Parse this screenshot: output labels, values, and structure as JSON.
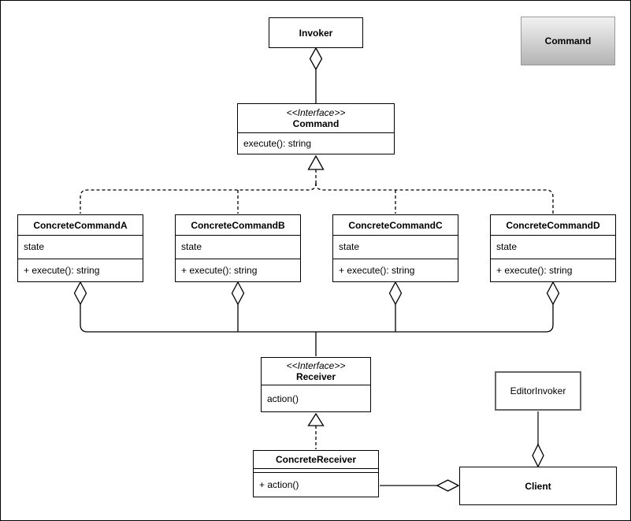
{
  "nodes": {
    "invoker": {
      "title": "Invoker"
    },
    "command_shape": {
      "title": "Command"
    },
    "command_interface": {
      "stereotype": "<<Interface>>",
      "name": "Command",
      "methods": [
        "execute(): string"
      ]
    },
    "concrete_commands": [
      {
        "title": "ConcreteCommandA",
        "attributes": [
          "state"
        ],
        "methods": [
          "+ execute(): string"
        ]
      },
      {
        "title": "ConcreteCommandB",
        "attributes": [
          "state"
        ],
        "methods": [
          "+ execute(): string"
        ]
      },
      {
        "title": "ConcreteCommandC",
        "attributes": [
          "state"
        ],
        "methods": [
          "+ execute(): string"
        ]
      },
      {
        "title": "ConcreteCommandD",
        "attributes": [
          "state"
        ],
        "methods": [
          "+ execute(): string"
        ]
      }
    ],
    "receiver_interface": {
      "stereotype": "<<Interface>>",
      "name": "Receiver",
      "methods": [
        "action()"
      ]
    },
    "concrete_receiver": {
      "title": "ConcreteReceiver",
      "methods": [
        "+ action()"
      ]
    },
    "editor_invoker": {
      "title": "EditorInvoker"
    },
    "client": {
      "title": "Client"
    }
  },
  "icons": {
    "client_icon": "uml-component-icon"
  },
  "colors": {
    "stroke": "#000000",
    "background": "#ffffff",
    "gray_shape_fill_top": "#f2f2f2",
    "gray_shape_fill_bottom": "#b3b3b3",
    "gray_shape_border": "#999999",
    "muted_edge_stroke": "#666666"
  }
}
